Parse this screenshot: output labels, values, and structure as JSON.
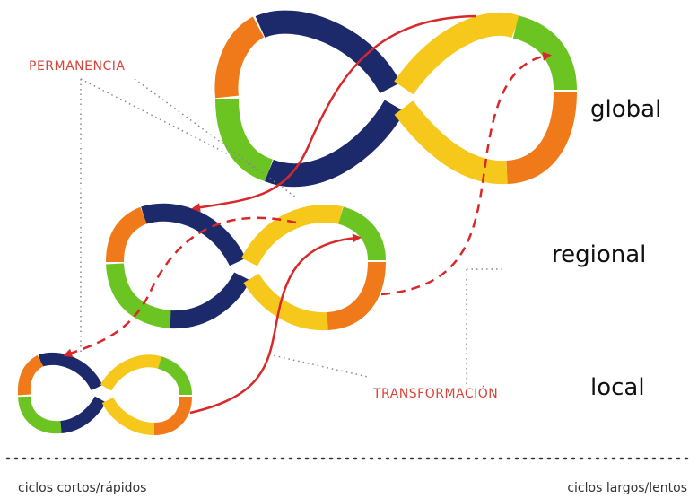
{
  "annotations": {
    "permanence": "PERMANENCIA",
    "transformation": "TRANSFORMACIÓN"
  },
  "scales": {
    "global": "global",
    "regional": "regional",
    "local": "local"
  },
  "axis": {
    "left": "ciclos cortos/rápidos",
    "right": "ciclos largos/lentos"
  },
  "colors": {
    "navy": "#1c2a6b",
    "orange": "#f07a1a",
    "green": "#6cc422",
    "yellow": "#f6c81c",
    "red_arrow": "#d8282a",
    "annotation_red": "#d9443a"
  }
}
